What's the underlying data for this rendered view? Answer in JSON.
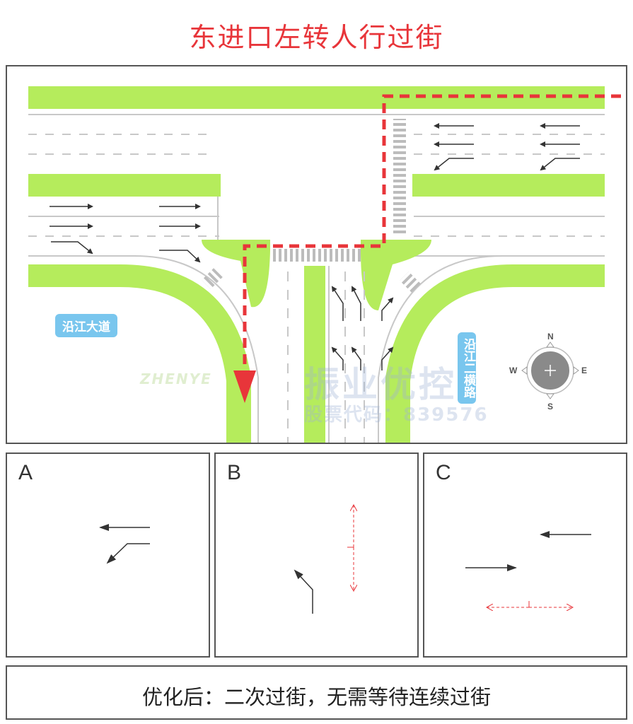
{
  "title": "东进口左转人行过街",
  "road_labels": {
    "horizontal": "沿江大道",
    "vertical": "沿江二横路"
  },
  "compass": {
    "n": "N",
    "s": "S",
    "e": "E",
    "w": "W"
  },
  "watermark": {
    "brand": "振业优控",
    "brand_en": "ZHENYE",
    "stock": "股票代码：839576"
  },
  "options": [
    {
      "letter": "A"
    },
    {
      "letter": "B"
    },
    {
      "letter": "C"
    }
  ],
  "conclusion": "优化后：二次过街，无需等待连续过街",
  "colors": {
    "title": "#e8353a",
    "green": "#b5ec5c",
    "route": "#e8353a",
    "label_bg": "#79c6ee"
  }
}
